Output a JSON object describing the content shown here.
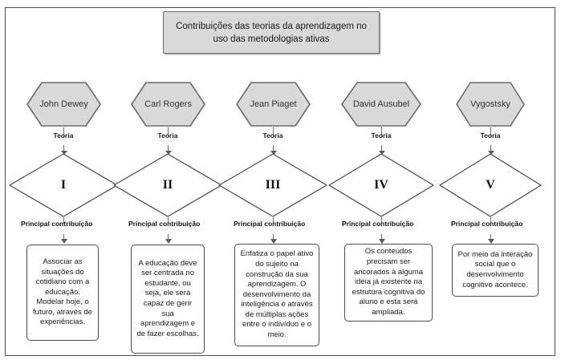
{
  "diagram": {
    "title": "Contribuições das teorias da aprendizagem no uso das metodologias ativas",
    "edge_label_theory": "Teoria",
    "edge_label_contribution": "Principal contribuição",
    "colors": {
      "node_fill": "#d9d9d9",
      "node_stroke": "#6b6b6b",
      "frame_stroke": "#4d4d4d",
      "box_fill": "#ffffff",
      "text": "#1a1a1a"
    },
    "columns": [
      {
        "author": "John Dewey",
        "numeral": "I",
        "theory_label": "Teoria",
        "contribution_label": "Principal contribuição",
        "contribution": "Associar as situações do cotidiano com a educação. Modelar hoje, o futuro, através de experiências."
      },
      {
        "author": "Carl Rogers",
        "numeral": "II",
        "theory_label": "Teoria",
        "contribution_label": "Principal contribuição",
        "contribution": "A educação deve ser centrada no estudante, ou seja, ele será capaz de gerir sua aprendizagem e de fazer escolhas."
      },
      {
        "author": "Jean Piaget",
        "numeral": "III",
        "theory_label": "Teoria",
        "contribution_label": "Principal contribuição",
        "contribution": "Enfatiza o papel ativo do sujeito na construção da sua aprendizagem. O desenvolvimento da inteligência é através de múltiplas ações entre o indivíduo e o meio."
      },
      {
        "author": "David Ausubel",
        "numeral": "IV",
        "theory_label": "Teoria",
        "contribution_label": "Principal contribuição",
        "contribution": "Os conteúdos precisam ser ancorados à alguma idéia já existente na estrutura cognitiva do aluno e esta será ampliada."
      },
      {
        "author": "Vygostsky",
        "numeral": "V",
        "theory_label": "Teoria",
        "contribution_label": "Principal contribuição",
        "contribution": "Por meio da interação social que o desenvolvimento cognitivo acontece."
      }
    ]
  }
}
